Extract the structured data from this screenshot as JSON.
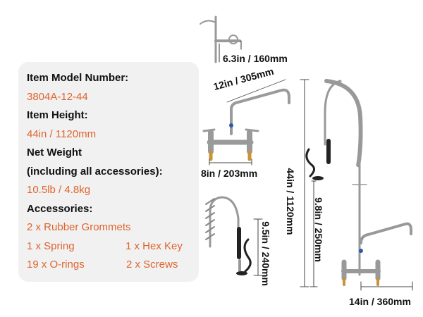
{
  "specs": {
    "model_label": "Item Model Number:",
    "model_value": "3804A-12-44",
    "height_label": "Item Height:",
    "height_value": "44in / 1120mm",
    "weight_label_1": "Net Weight",
    "weight_label_2": "(including all accessories):",
    "weight_value": "10.5lb / 4.8kg",
    "accessories_label": "Accessories:",
    "accessories": [
      "2 x Rubber Grommets",
      "1 x Spring",
      "1 x Hex Key",
      "19 x O-rings",
      "2 x Screws"
    ]
  },
  "dimensions": {
    "hook_arm": "6.3in / 160mm",
    "spout_length": "12in / 305mm",
    "base_width": "8in / 203mm",
    "sprayer_height": "9.5in / 240mm",
    "total_height": "44in / 1120mm",
    "sprayer_to_base": "9.8in / 250mm",
    "center_spread": "14in / 360mm"
  },
  "colors": {
    "accent": "#e0642f",
    "panel": "#f1f1f1"
  }
}
